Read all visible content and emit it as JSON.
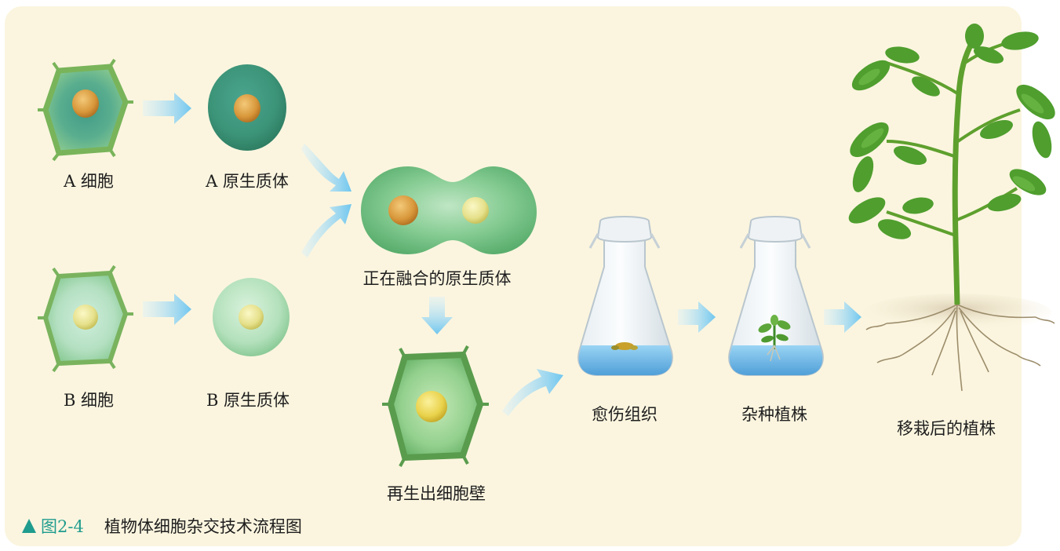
{
  "labels": {
    "a_cell": "A 细胞",
    "a_protoplast": "A 原生质体",
    "b_cell": "B 细胞",
    "b_protoplast": "B 原生质体",
    "fusing": "正在融合的原生质体",
    "regenerated": "再生出细胞壁",
    "callus": "愈伤组织",
    "hybrid": "杂种植株",
    "transplanted": "移栽后的植株"
  },
  "caption": {
    "number": "图2-4",
    "title": "植物体细胞杂交技术流程图"
  },
  "colors": {
    "panel": "#fbf5df",
    "caption_accent": "#1f9c8e",
    "arrow": "#8fd3f2",
    "cell_green": "#5fae77",
    "light_cell_green": "#a9dab3",
    "nucleus_orange": "#d49a3b",
    "nucleus_yellow": "#e3e08a",
    "medium_blue": "#6fb6e6",
    "leaf_green": "#4f9e2e"
  },
  "icons": [
    "arrow-right-icon",
    "arrow-down-icon",
    "curved-arrow-icon",
    "cell-icon",
    "protoplast-icon",
    "flask-icon",
    "plant-icon"
  ]
}
